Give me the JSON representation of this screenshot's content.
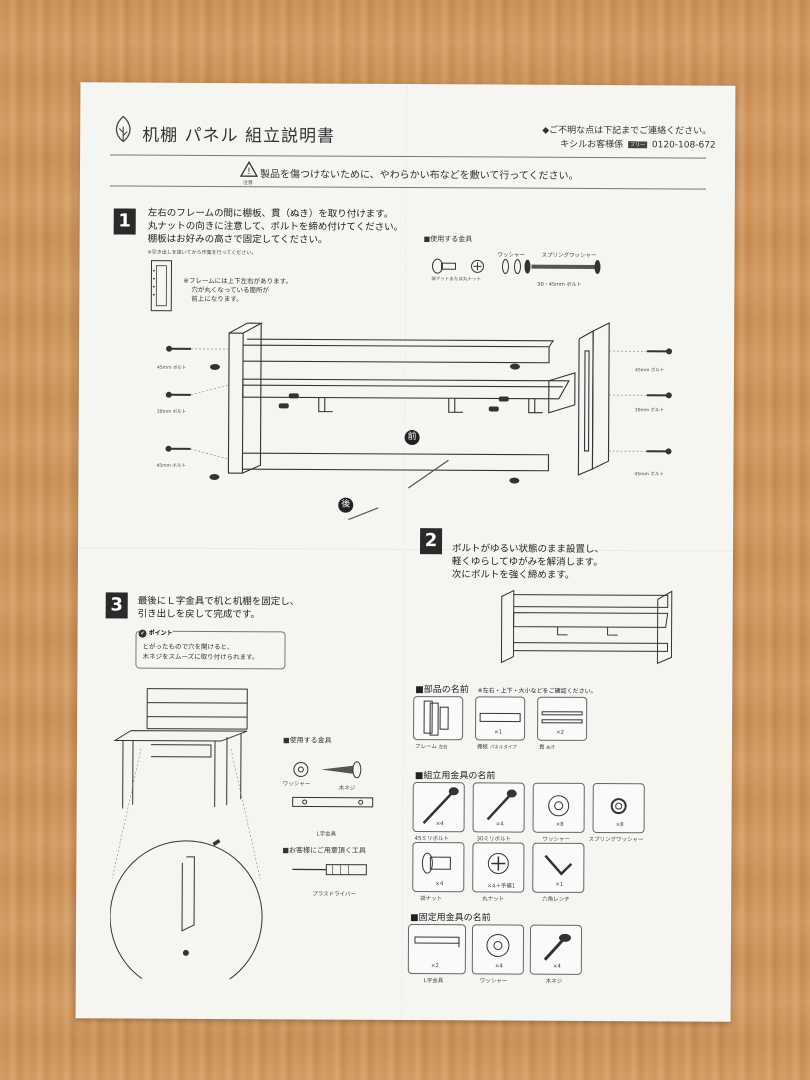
{
  "header": {
    "title": "机棚 パネル 組立説明書",
    "contact_line1": "◆ご不明な点は下記までご連絡ください。",
    "contact_line2": "キシルお客様係",
    "phone_icon_label": "フリー",
    "phone": "0120-108-672",
    "warning": "製品を傷つけないために、やわらかい布などを敷いて行ってください。",
    "warning_sub": "注意"
  },
  "step1": {
    "number": "1",
    "line1": "左右のフレームの間に棚板、貫（ぬき）を取り付けます。",
    "line2": "丸ナットの向きに注意して、ボルトを締め付けてください。",
    "line3": "棚板はお好みの高さで固定してください。",
    "note_small": "※引き出しを抜いてから作業を行ってください。",
    "frame_note1": "※フレームには上下左右があります。",
    "frame_note2": "穴が丸くなっている箇所が",
    "frame_note3": "前上になります。",
    "parts_used_label": "■使用する金具",
    "part_washer": "ワッシャー",
    "part_spring_washer": "スプリングワッシャー",
    "part_nut": "袋ナットまたは丸ナット",
    "part_bolt": "30・45mm ボルト",
    "bolt_45": "45mm ボルト",
    "bolt_30": "30mm ボルト",
    "front": "前",
    "back": "後"
  },
  "step2": {
    "number": "2",
    "line1": "ボルトがゆるい状態のまま設置し、",
    "line2": "軽くゆらしてゆがみを解消します。",
    "line3": "次にボルトを強く締めます。"
  },
  "step3": {
    "number": "3",
    "line1": "最後にＬ字金具で机と机棚を固定し、",
    "line2": "引き出しを戻して完成です。",
    "point_label": "ポイント",
    "point_line1": "とがったもので穴を開けると、",
    "point_line2": "木ネジをスムーズに取り付けられます。",
    "parts_used_label": "■使用する金具",
    "washer": "ワッシャー",
    "screw": "木ネジ",
    "bracket": "L字金具",
    "tool_label": "■お客様にご用意頂く工具",
    "screwdriver": "プラスドライバー"
  },
  "parts_names": {
    "heading": "■部品の名前",
    "note": "※左右・上下・大小などをご確認ください。",
    "items": [
      {
        "name": "フレーム",
        "extra": "左右",
        "qty": ""
      },
      {
        "name": "棚板",
        "extra": "パネルタイプ",
        "qty": "×1"
      },
      {
        "name": "貫",
        "extra": "ぬき",
        "qty": "×2"
      }
    ]
  },
  "assembly_hardware": {
    "heading": "■組立用金具の名前",
    "items": [
      {
        "name": "45ミリボルト",
        "qty": "×4"
      },
      {
        "name": "30ミリボルト",
        "qty": "×4"
      },
      {
        "name": "ワッシャー",
        "qty": "×8"
      },
      {
        "name": "スプリングワッシャー",
        "qty": "×8"
      },
      {
        "name": "袋ナット",
        "qty": "×4"
      },
      {
        "name": "丸ナット",
        "qty": "×4＋予備1"
      },
      {
        "name": "六角レンチ",
        "qty": "×1"
      }
    ]
  },
  "fixing_hardware": {
    "heading": "■固定用金具の名前",
    "items": [
      {
        "name": "L字金具",
        "qty": "×2"
      },
      {
        "name": "ワッシャー",
        "qty": "×4"
      },
      {
        "name": "木ネジ",
        "qty": "×4"
      }
    ]
  }
}
